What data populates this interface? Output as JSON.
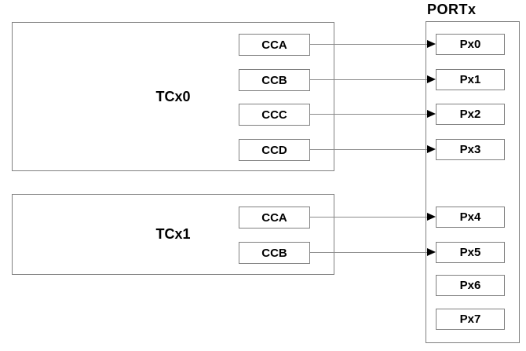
{
  "port": {
    "title": "PORTx",
    "pins": [
      {
        "label": "Px0"
      },
      {
        "label": "Px1"
      },
      {
        "label": "Px2"
      },
      {
        "label": "Px3"
      },
      {
        "label": "Px4"
      },
      {
        "label": "Px5"
      },
      {
        "label": "Px6"
      },
      {
        "label": "Px7"
      }
    ]
  },
  "timers": [
    {
      "name": "TCx0",
      "channels": [
        {
          "label": "CCA"
        },
        {
          "label": "CCB"
        },
        {
          "label": "CCC"
        },
        {
          "label": "CCD"
        }
      ]
    },
    {
      "name": "TCx1",
      "channels": [
        {
          "label": "CCA"
        },
        {
          "label": "CCB"
        }
      ]
    }
  ],
  "connections": [
    {
      "from": "TCx0.CCA",
      "to": "Px0"
    },
    {
      "from": "TCx0.CCB",
      "to": "Px1"
    },
    {
      "from": "TCx0.CCC",
      "to": "Px2"
    },
    {
      "from": "TCx0.CCD",
      "to": "Px3"
    },
    {
      "from": "TCx1.CCA",
      "to": "Px4"
    },
    {
      "from": "TCx1.CCB",
      "to": "Px5"
    }
  ],
  "colors": {
    "border": "#808080",
    "line": "#8c8c8c",
    "arrowhead": "#000000",
    "text": "#000000",
    "background": "#ffffff"
  }
}
